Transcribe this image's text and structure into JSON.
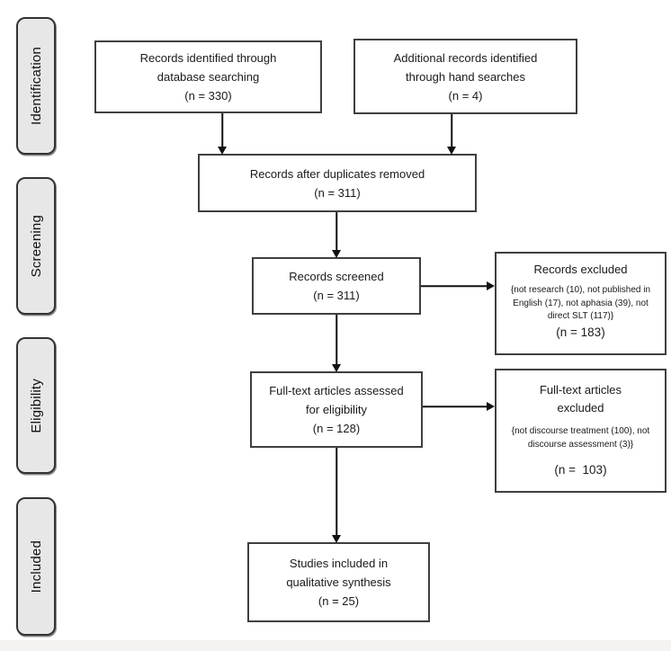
{
  "colors": {
    "background": "#ffffff",
    "box_border": "#3f3f3f",
    "stage_fill": "#e8e7e7",
    "stage_border": "#333333",
    "arrow": "#111111",
    "footer_band": "#f4f3f1"
  },
  "stages": [
    {
      "label": "Identification"
    },
    {
      "label": "Screening"
    },
    {
      "label": "Eligibility"
    },
    {
      "label": "Included"
    }
  ],
  "boxes": {
    "database_search": {
      "lines": [
        "Records identified through",
        "database searching",
        "(n = 330)"
      ]
    },
    "hand_search": {
      "lines": [
        "Additional records identified",
        "through hand searches",
        "(n = 4)"
      ]
    },
    "duplicates_removed": {
      "lines": [
        "Records after duplicates removed",
        "(n = 311)"
      ]
    },
    "records_screened": {
      "lines": [
        "Records screened",
        "(n = 311)"
      ]
    },
    "records_excluded": {
      "title": "Records excluded",
      "detail": "{not research (10), not published in English (17), not aphasia (39), not direct SLT (117)}",
      "n": "(n = 183)"
    },
    "fulltext_assessed": {
      "lines": [
        "Full-text articles assessed",
        "for eligibility",
        "(n = 128)"
      ]
    },
    "fulltext_excluded": {
      "title_lines": [
        "Full-text articles",
        "excluded"
      ],
      "detail": "{not discourse treatment (100), not discourse assessment (3)}",
      "n": "(n =  103)"
    },
    "included_synthesis": {
      "lines": [
        "Studies included in",
        "qualitative synthesis",
        "(n = 25)"
      ]
    }
  }
}
